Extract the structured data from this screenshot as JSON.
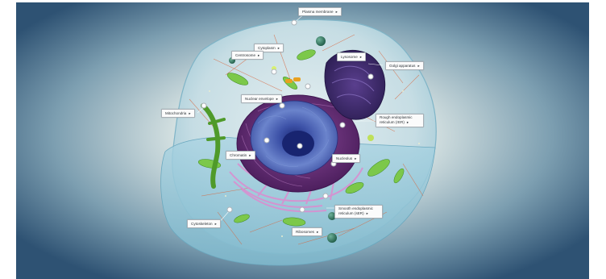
{
  "labels": {
    "plasma_membrane": "Plasma membrane",
    "cytoplasm": "Cytoplasm",
    "lysosome": "Lysosome",
    "centrosome": "Centrosome",
    "golgi_apparatus": "Golgi apparatus",
    "nuclear_envelope": "Nuclear envelope",
    "mitochondria": "Mitochondria",
    "rough_er": "Rough endoplasmic reticulum (rER)",
    "chromatin": "Chromatin",
    "nucleolus": "Nucleolus",
    "smooth_er": "Smooth endoplasmic reticulum (sER)",
    "cytoskeleton": "Cytoskeleton",
    "ribosomes": "Ribosomes"
  },
  "arrow_glyph": "▸",
  "colors": {
    "background_center": "#eef3f2",
    "background_edge": "#2e5273",
    "membrane": "#8fc3d3",
    "nucleus_envelope": "#6b2f7a",
    "nucleus_core": "#3f55a8",
    "nucleolus": "#1c2a78",
    "golgi": "#3a2a66",
    "mitochondria": "#6fbf3a",
    "er_pink": "#d98fd0",
    "lysosome": "#2f7a5f",
    "centrosome": "#e0a020"
  }
}
